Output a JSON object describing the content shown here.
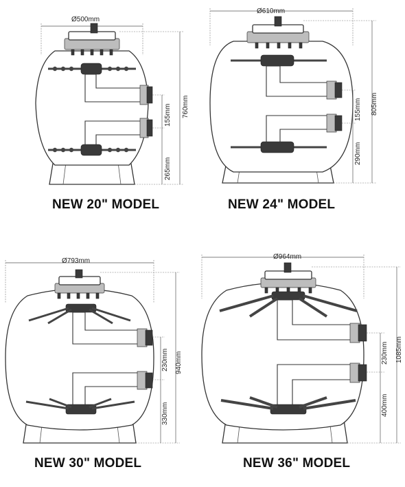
{
  "models": [
    {
      "title": "NEW 20\" MODEL",
      "diameter": "Ø500mm",
      "height": "760mm",
      "port_gap": "155mm",
      "base_height": "265mm"
    },
    {
      "title": "NEW 24\" MODEL",
      "diameter": "Ø610mm",
      "height": "805mm",
      "port_gap": "155mm",
      "base_height": "290mm"
    },
    {
      "title": "NEW 30\" MODEL",
      "diameter": "Ø793mm",
      "height": "940mm",
      "port_gap": "230mm",
      "base_height": "330mm"
    },
    {
      "title": "NEW 36\" MODEL",
      "diameter": "Ø964mm",
      "height": "1085mm",
      "port_gap": "230mm",
      "base_height": "400mm"
    }
  ]
}
